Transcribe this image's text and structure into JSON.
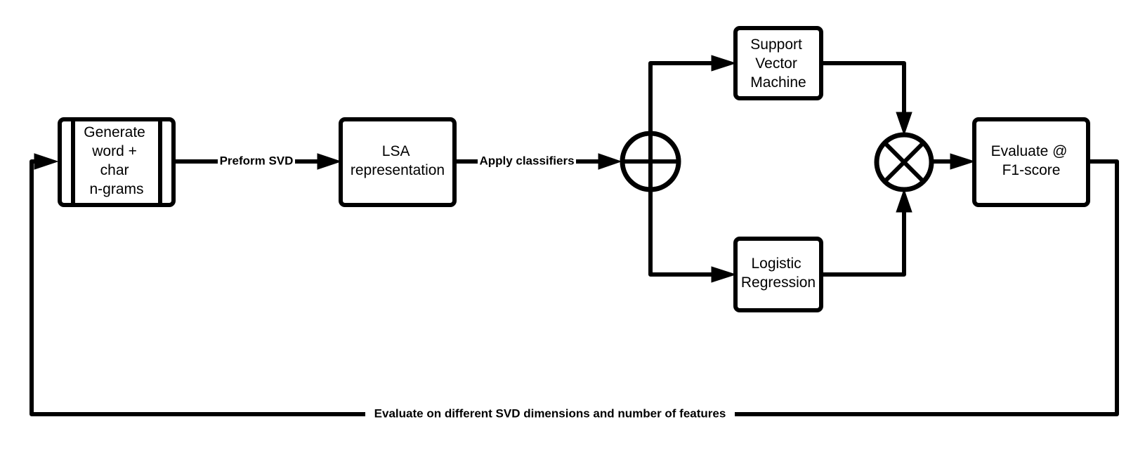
{
  "nodes": {
    "generate": {
      "lines": [
        "Generate",
        "word +",
        "char",
        "n-grams"
      ]
    },
    "lsa": {
      "lines": [
        "LSA",
        "representation"
      ]
    },
    "svm": {
      "lines": [
        "Support",
        "Vector",
        "Machine"
      ]
    },
    "logreg": {
      "lines": [
        "Logistic",
        "Regression"
      ]
    },
    "evaluate": {
      "lines": [
        "Evaluate @",
        "F1-score"
      ]
    }
  },
  "edges": {
    "preform_svd": "Preform SVD",
    "apply_classifiers": "Apply classifiers",
    "loop_back": "Evaluate on different SVD dimensions and number of features"
  },
  "junctions": {
    "split": {
      "symbol": "circle-plus-icon"
    },
    "merge": {
      "symbol": "circle-times-icon"
    }
  },
  "colors": {
    "stroke": "#000000",
    "background": "#ffffff"
  }
}
